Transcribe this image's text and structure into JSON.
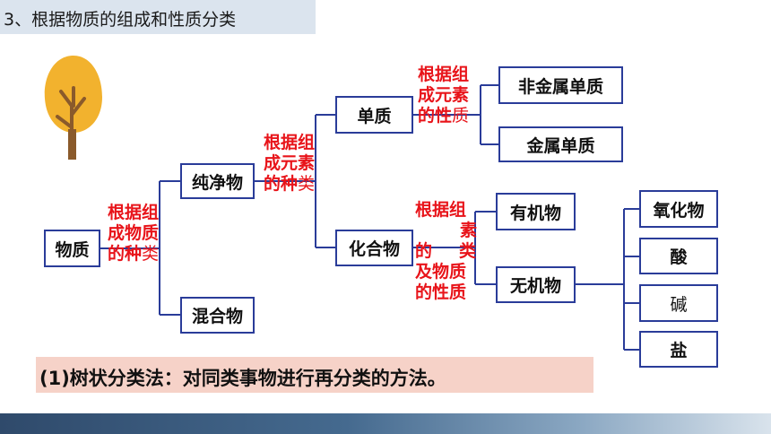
{
  "header": {
    "title": "3、根据物质的组成和性质分类"
  },
  "nodes": {
    "matter": "物质",
    "pure": "纯净物",
    "mixture": "混合物",
    "element": "单质",
    "compound": "化合物",
    "nonmetal": "非金属单质",
    "metal": "金属单质",
    "organic": "有机物",
    "inorganic": "无机物",
    "oxide": "氧化物",
    "acid": "酸",
    "base": "碱",
    "salt": "盐"
  },
  "labels": {
    "by_kind_1": {
      "main": "根据组成物质的种",
      "tail": "类"
    },
    "by_elem_kind": {
      "main": "根据组成元素的种",
      "tail": "类"
    },
    "by_elem_prop": {
      "main": "根据组成元素的性",
      "tail": "质"
    },
    "by_elem_and_prop": {
      "l1": "根据组",
      "l2": "素",
      "l3": "的",
      "l4": "类",
      "l5": "及物质",
      "l6": "的性质"
    }
  },
  "summary": "(1)树状分类法：对同类事物进行再分类的方法。",
  "colors": {
    "box_border": "#2a3c99",
    "label_red": "#e8141a",
    "tree_trunk": "#8a5a2b",
    "tree_leaf": "#f2b22e"
  }
}
